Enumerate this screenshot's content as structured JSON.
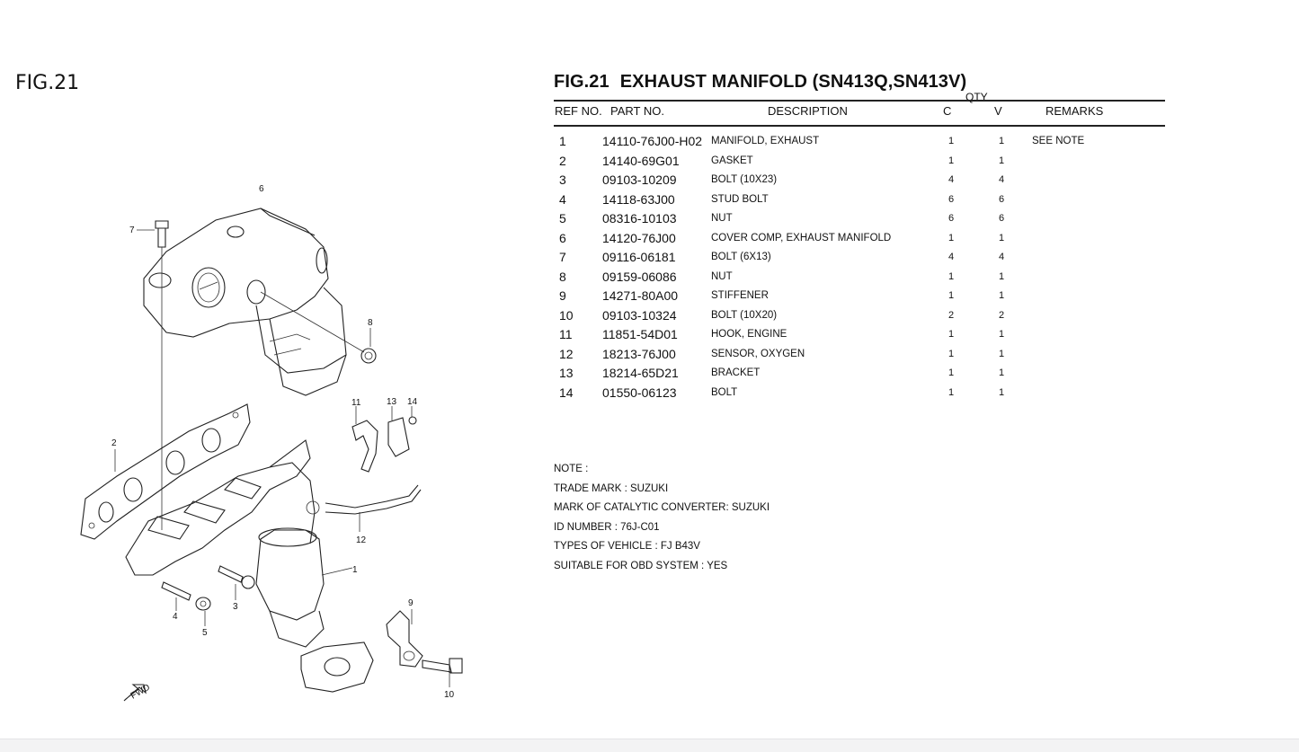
{
  "figure_label": "FIG.21",
  "title": {
    "fig": "FIG.21",
    "name": "EXHAUST MANIFOLD (SN413Q,SN413V)"
  },
  "headers": {
    "qty": "QTY",
    "ref": "REF NO.",
    "part": "PART NO.",
    "desc": "DESCRIPTION",
    "c": "C",
    "v": "V",
    "remarks": "REMARKS"
  },
  "parts": [
    {
      "ref": "1",
      "part": "14110-76J00-H02",
      "desc": "MANIFOLD, EXHAUST",
      "c": "1",
      "v": "1",
      "remarks": "SEE NOTE"
    },
    {
      "ref": "2",
      "part": "14140-69G01",
      "desc": "GASKET",
      "c": "1",
      "v": "1",
      "remarks": ""
    },
    {
      "ref": "3",
      "part": "09103-10209",
      "desc": "BOLT (10X23)",
      "c": "4",
      "v": "4",
      "remarks": ""
    },
    {
      "ref": "4",
      "part": "14118-63J00",
      "desc": "STUD BOLT",
      "c": "6",
      "v": "6",
      "remarks": ""
    },
    {
      "ref": "5",
      "part": "08316-10103",
      "desc": "NUT",
      "c": "6",
      "v": "6",
      "remarks": ""
    },
    {
      "ref": "6",
      "part": "14120-76J00",
      "desc": "COVER COMP, EXHAUST MANIFOLD",
      "c": "1",
      "v": "1",
      "remarks": ""
    },
    {
      "ref": "7",
      "part": "09116-06181",
      "desc": "BOLT (6X13)",
      "c": "4",
      "v": "4",
      "remarks": ""
    },
    {
      "ref": "8",
      "part": "09159-06086",
      "desc": "NUT",
      "c": "1",
      "v": "1",
      "remarks": ""
    },
    {
      "ref": "9",
      "part": "14271-80A00",
      "desc": "STIFFENER",
      "c": "1",
      "v": "1",
      "remarks": ""
    },
    {
      "ref": "10",
      "part": "09103-10324",
      "desc": "BOLT (10X20)",
      "c": "2",
      "v": "2",
      "remarks": ""
    },
    {
      "ref": "11",
      "part": "11851-54D01",
      "desc": "HOOK, ENGINE",
      "c": "1",
      "v": "1",
      "remarks": ""
    },
    {
      "ref": "12",
      "part": "18213-76J00",
      "desc": "SENSOR, OXYGEN",
      "c": "1",
      "v": "1",
      "remarks": ""
    },
    {
      "ref": "13",
      "part": "18214-65D21",
      "desc": "BRACKET",
      "c": "1",
      "v": "1",
      "remarks": ""
    },
    {
      "ref": "14",
      "part": "01550-06123",
      "desc": "BOLT",
      "c": "1",
      "v": "1",
      "remarks": ""
    }
  ],
  "notes": [
    "NOTE :",
    "TRADE MARK : SUZUKI",
    "MARK OF CATALYTIC CONVERTER: SUZUKI",
    "ID NUMBER : 76J-C01",
    "TYPES OF VEHICLE : FJ B43V",
    "SUITABLE FOR OBD SYSTEM : YES"
  ],
  "diagram_callouts": [
    "1",
    "2",
    "3",
    "4",
    "5",
    "6",
    "7",
    "8",
    "9",
    "10",
    "11",
    "12",
    "13",
    "14"
  ],
  "diagram_fwd": "FWD"
}
